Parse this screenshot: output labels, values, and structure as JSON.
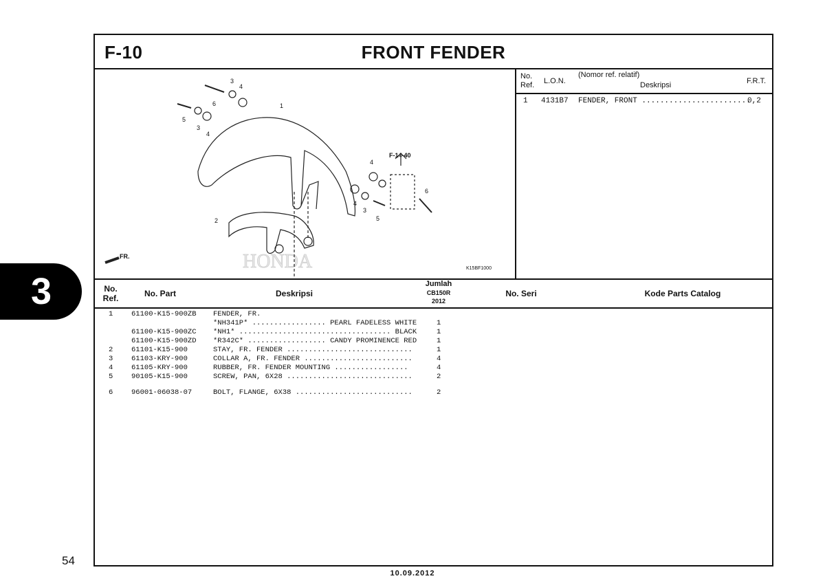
{
  "section_tab": "3",
  "page_number": "54",
  "footer_date": "10.09.2012",
  "header": {
    "code": "F-10",
    "title": "FRONT FENDER"
  },
  "diagram": {
    "ref_tag": "F-14-40",
    "direction_label": "FR.",
    "drawing_id": "K15BF1000",
    "watermark": "HONDA",
    "callouts": [
      "1",
      "2",
      "3",
      "3",
      "3",
      "4",
      "4",
      "4",
      "4",
      "5",
      "5",
      "6",
      "6"
    ]
  },
  "ref_table": {
    "col_no": "No.",
    "col_ref": "Ref.",
    "col_lon": "L.O.N.",
    "col_desc_top": "(Nomor ref. relatif)",
    "col_desc": "Deskripsi",
    "col_frt": "F.R.T.",
    "rows": [
      {
        "no": "1",
        "lon": "4131B7",
        "desc": "FENDER, FRONT ........................",
        "frt": "0,2"
      }
    ]
  },
  "parts_header": {
    "no": "No.",
    "ref": "Ref.",
    "part": "No. Part",
    "desc": "Deskripsi",
    "qty_top": "Jumlah",
    "qty_model": "CB150R",
    "qty_year": "2012",
    "serial": "No. Seri",
    "catalog": "Kode Parts Catalog"
  },
  "parts": [
    {
      "ref": "1",
      "part": "61100-K15-900ZB",
      "desc": "FENDER, FR.",
      "qty": ""
    },
    {
      "ref": "",
      "part": "",
      "desc": "*NH341P* ................. PEARL FADELESS WHITE",
      "qty": "1"
    },
    {
      "ref": "",
      "part": "61100-K15-900ZC",
      "desc": "*NH1* ................................... BLACK",
      "qty": "1"
    },
    {
      "ref": "",
      "part": "61100-K15-900ZD",
      "desc": "*R342C* .................. CANDY PROMINENCE RED",
      "qty": "1"
    },
    {
      "ref": "2",
      "part": "61101-K15-900",
      "desc": "STAY, FR. FENDER .............................",
      "qty": "1"
    },
    {
      "ref": "3",
      "part": "61103-KRY-900",
      "desc": "COLLAR A, FR. FENDER .........................",
      "qty": "4"
    },
    {
      "ref": "4",
      "part": "61105-KRY-900",
      "desc": "RUBBER, FR. FENDER MOUNTING .................",
      "qty": "4"
    },
    {
      "ref": "5",
      "part": "90105-K15-900",
      "desc": "SCREW, PAN, 6X28 .............................",
      "qty": "2"
    },
    {
      "ref": "6",
      "part": "96001-06038-07",
      "desc": "BOLT, FLANGE, 6X38 ...........................",
      "qty": "2"
    }
  ]
}
